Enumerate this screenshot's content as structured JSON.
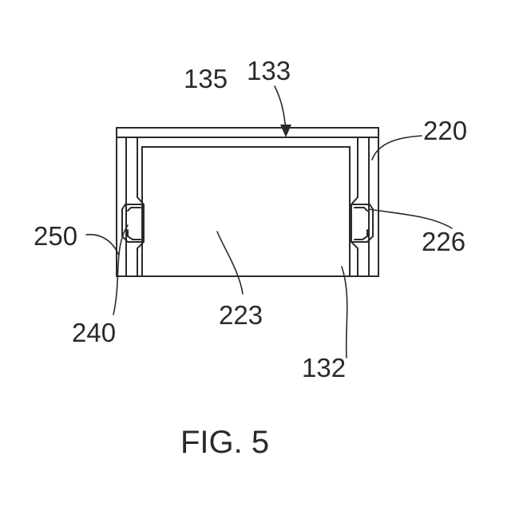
{
  "figure": {
    "caption": "FIG. 5",
    "labels": {
      "l135": "135",
      "l133": "133",
      "l220": "220",
      "l250": "250",
      "l226": "226",
      "l240": "240",
      "l223": "223",
      "l132": "132"
    }
  }
}
